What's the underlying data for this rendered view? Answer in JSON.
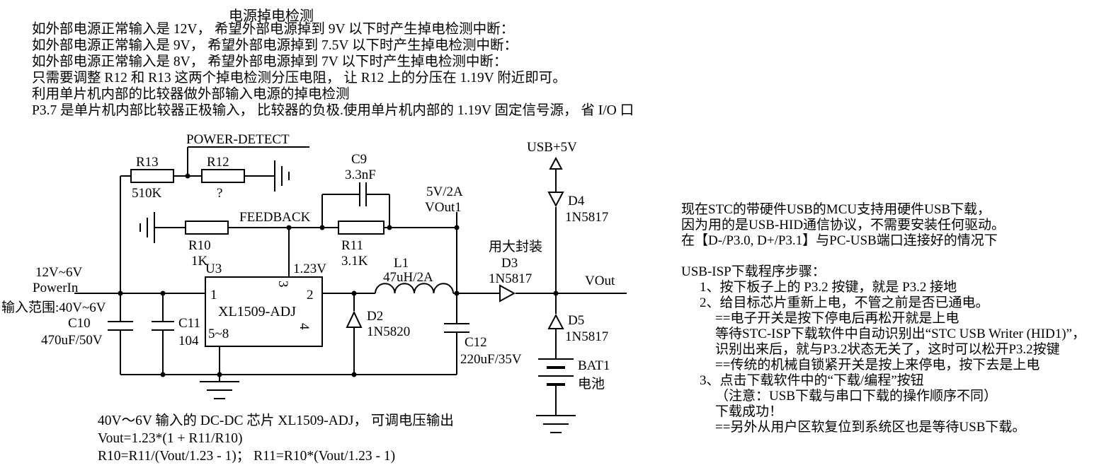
{
  "header": {
    "title": "电源掉电检测",
    "lines": [
      "如外部电源正常输入是 12V， 希望外部电源掉到 9V 以下时产生掉电检测中断：",
      "如外部电源正常输入是 9V， 希望外部电源掉到 7.5V 以下时产生掉电检测中断：",
      "如外部电源正常输入是 8V， 希望外部电源掉到 7V 以下时产生掉电检测中断：",
      "只需要调整 R12 和 R13 这两个掉电检测分压电阻， 让 R12 上的分压在 1.19V 附近即可。",
      "利用单片机内部的比较器做外部输入电源的掉电检测",
      "P3.7 是单片机内部比较器正极输入， 比较器的负极.使用单片机内部的 1.19V 固定信号源， 省 I/O 口"
    ]
  },
  "schematic": {
    "power_detect": "POWER-DETECT",
    "r13": {
      "name": "R13",
      "value": "510K"
    },
    "r12": {
      "name": "R12",
      "value": "?"
    },
    "c9": {
      "name": "C9",
      "value": "3.3nF"
    },
    "r10": {
      "name": "R10",
      "value": "1K"
    },
    "feedback": "FEEDBACK",
    "r11": {
      "name": "R11",
      "value": "3.1K"
    },
    "vout1": {
      "line1": "5V/2A",
      "line2": "VOut1"
    },
    "input": {
      "line1": "12V~6V",
      "line2": "PowerIn",
      "range": "输入范围:40V~6V"
    },
    "u3": {
      "ref": "U3",
      "part": "XL1509-ADJ",
      "vref": "1.23V",
      "pin1": "1",
      "pin2": "2",
      "pin3": "3",
      "pin4": "4",
      "pin58": "5~8"
    },
    "c10": {
      "name": "C10",
      "value": "470uF/50V"
    },
    "c11": {
      "name": "C11",
      "value": "104"
    },
    "d2": {
      "name": "D2",
      "value": "1N5820"
    },
    "l1": {
      "name": "L1",
      "value": "47uH/2A"
    },
    "c12": {
      "name": "C12",
      "value": "220uF/35V"
    },
    "d3": {
      "note": "用大封装",
      "name": "D3",
      "value": "1N5817"
    },
    "usb": "USB+5V",
    "d4": {
      "name": "D4",
      "value": "1N5817"
    },
    "vout": "VOut",
    "d5": {
      "name": "D5",
      "value": "1N5817"
    },
    "bat1": {
      "name": "BAT1",
      "value": "电池"
    }
  },
  "formulas": {
    "line1": "40V～6V 输入的 DC-DC 芯片 XL1509-ADJ， 可调电压输出",
    "line2": "Vout=1.23*(1 + R11/R10)",
    "line3": "R10=R11/(Vout/1.23 - 1)；  R11=R10*(Vout/1.23 - 1)"
  },
  "usb_notes": {
    "lines": [
      "现在STC的带硬件USB的MCU支持用硬件USB下载，",
      "因为用的是USB-HID通信协议，不需要安装任何驱动。",
      "在【D-/P3.0, D+/P3.1】与PC-USB端口连接好的情况下",
      "",
      "USB-ISP下载程序步骤：",
      "1、按下板子上的 P3.2 按键，就是 P3.2 接地",
      "2、给目标芯片重新上电，不管之前是否已通电。",
      "==电子开关是按下停电后再松开就是上电",
      "等待STC-ISP下载软件中自动识别出“STC USB Writer (HID1)”，",
      "识别出来后，就与P3.2状态无关了，这时可以松开P3.2按键",
      "==传统的机械自锁紧开关是按上来停电，按下去是上电",
      "3、点击下载软件中的“下载/编程”按钮",
      "（注意：USB下载与串口下载的操作顺序不同）",
      "下载成功！",
      "==另外从用户区软复位到系统区也是等待USB下载。"
    ]
  },
  "colors": {
    "ink": "#000000",
    "background": "#ffffff"
  }
}
